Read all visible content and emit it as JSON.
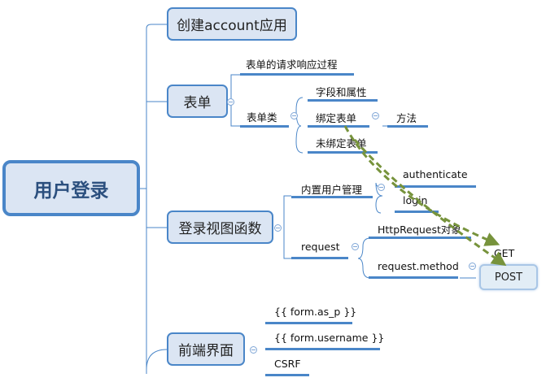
{
  "root": {
    "label": "用户登录"
  },
  "branches": {
    "create_app": {
      "label": "创建account应用"
    },
    "form": {
      "label": "表单",
      "children": {
        "process": "表单的请求响应过程",
        "form_class": {
          "label": "表单类",
          "children": {
            "fields": "字段和属性",
            "bound": {
              "label": "绑定表单",
              "children": {
                "methods": "方法"
              }
            },
            "unbound": "未绑定表单"
          }
        }
      }
    },
    "login_view": {
      "label": "登录视图函数",
      "children": {
        "auth": {
          "label": "内置用户管理",
          "children": {
            "authenticate": "authenticate",
            "login": "login"
          }
        },
        "request": {
          "label": "request",
          "children": {
            "httprequest": "HttpRequest对象",
            "method": {
              "label": "request.method",
              "children": {
                "get": "GET",
                "post": "POST"
              }
            }
          }
        }
      }
    },
    "frontend": {
      "label": "前端界面",
      "children": {
        "as_p": "{{ form.as_p }}",
        "username": "{{ form.username }}",
        "csrf": "CSRF"
      }
    }
  },
  "colors": {
    "accent": "#4a86c8",
    "node_fill": "#dbe5f3",
    "relation": "#77933c"
  }
}
